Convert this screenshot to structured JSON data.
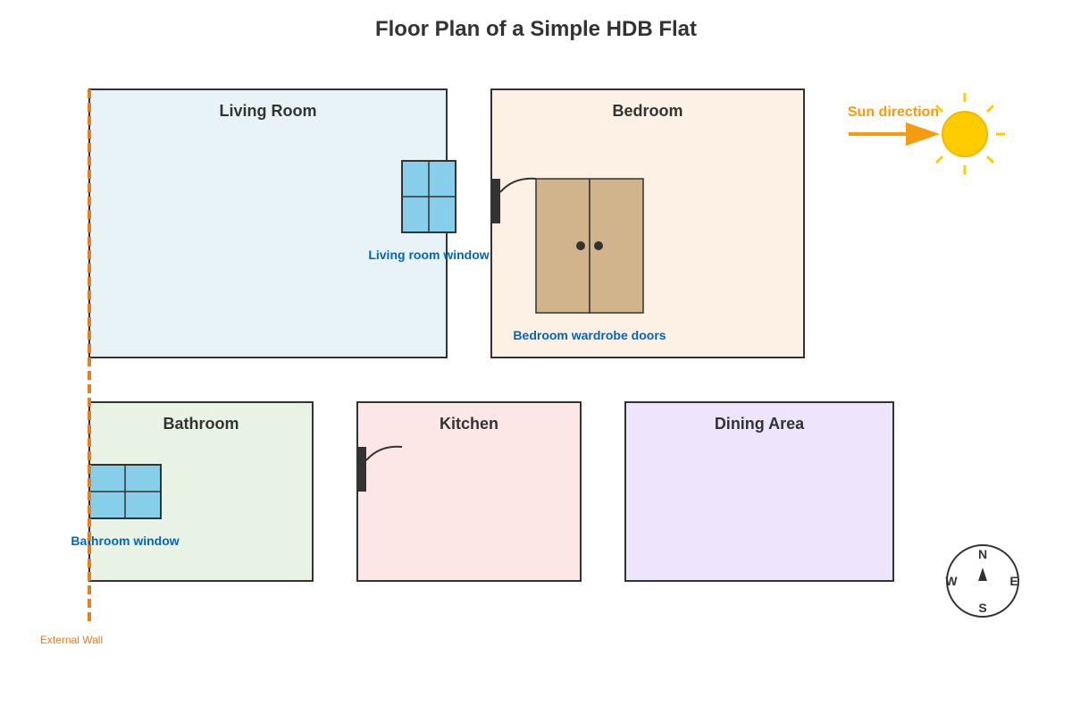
{
  "title": "Floor Plan of a Simple HDB Flat",
  "rooms": {
    "living_room": {
      "label": "Living Room",
      "color": "#e8f3f8"
    },
    "bedroom": {
      "label": "Bedroom",
      "color": "#fdf0e5"
    },
    "bathroom": {
      "label": "Bathroom",
      "color": "#e8f3e6"
    },
    "kitchen": {
      "label": "Kitchen",
      "color": "#fde6e6"
    },
    "dining_area": {
      "label": "Dining Area",
      "color": "#eee5fd"
    }
  },
  "annotations": {
    "living_room_window": "Living room window",
    "bedroom_wardrobe_doors": "Bedroom wardrobe doors",
    "bathroom_window": "Bathroom window",
    "sun_direction": "Sun direction",
    "external_wall": "External Wall"
  },
  "compass": {
    "north": "N",
    "south": "S",
    "east": "E",
    "west": "W"
  },
  "colors": {
    "wall_stroke": "#333333",
    "window_fill": "#87ceeb",
    "wardrobe_fill": "#d2b48c",
    "sun_fill": "#ffcc00",
    "sun_arrow": "#f39c12",
    "external_wall": "#e67e22",
    "label_blue": "#0066bb"
  }
}
